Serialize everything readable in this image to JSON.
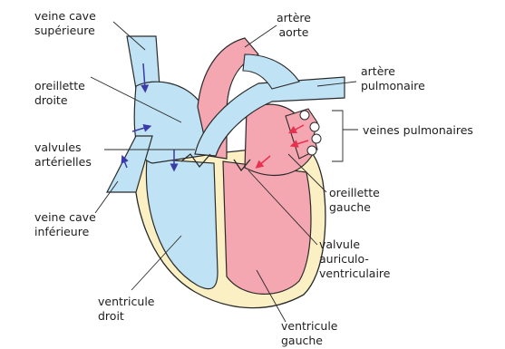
{
  "labels": {
    "veine_cave_superieure": [
      "veine cave",
      "supérieure"
    ],
    "artere_aorte": [
      "artère",
      "aorte"
    ],
    "oreillette_droite": [
      "oreillette",
      "droite"
    ],
    "artere_pulmonaire": [
      "artère",
      "pulmonaire"
    ],
    "veines_pulmonaires": "veines pulmonaires",
    "valvules_arterielles": [
      "valvules",
      "artérielles"
    ],
    "oreillette_gauche": [
      "oreillette",
      "gauche"
    ],
    "veine_cave_inferieure": [
      "veine cave",
      "inférieure"
    ],
    "valvule_auriculo_ventriculaire": [
      "valvule",
      "auriculo-",
      "ventriculaire"
    ],
    "ventricule_droit": [
      "ventricule",
      "droit"
    ],
    "ventricule_gauche": [
      "ventricule",
      "gauche"
    ]
  },
  "colors": {
    "deoxygenated_blue": "#bfe3f5",
    "oxygenated_red": "#f4a6b1",
    "muscle_yellow": "#fbf0c4",
    "outline": "#2a2a2a",
    "arrow_blue": "#3a3aa8",
    "arrow_red": "#e8304f"
  }
}
